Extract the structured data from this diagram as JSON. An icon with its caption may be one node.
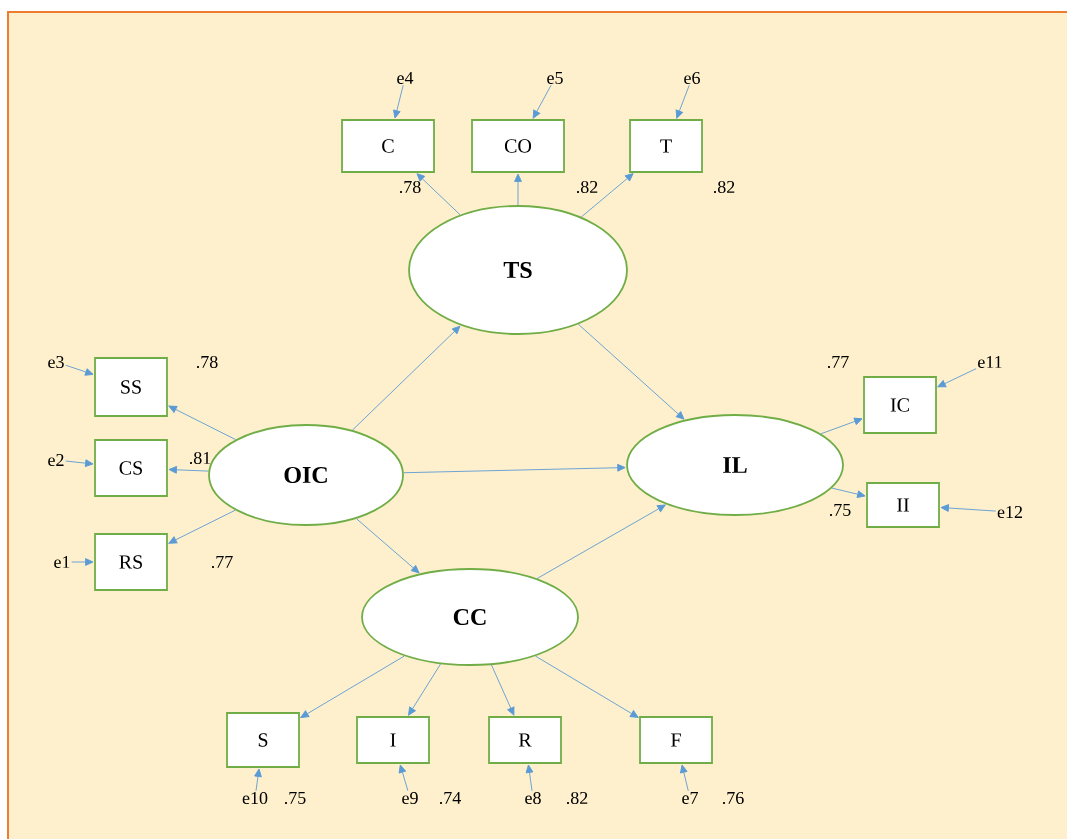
{
  "diagram": {
    "nodes": [
      {
        "text": [
          "e4"
        ]
      },
      {
        "text": [
          "e5"
        ]
      },
      {
        "text": [
          "e6"
        ]
      },
      {
        "text": [
          "C"
        ]
      },
      {
        "text": [
          "CO"
        ]
      },
      {
        "text": [
          "T"
        ]
      },
      {
        "text": [
          "TS"
        ]
      },
      {
        "text": [
          "e3"
        ]
      },
      {
        "text": [
          "SS"
        ]
      },
      {
        "text": [
          "e11"
        ]
      },
      {
        "text": [
          "IC"
        ]
      },
      {
        "text": [
          "e2"
        ]
      },
      {
        "text": [
          "CS"
        ]
      },
      {
        "text": [
          "OIC"
        ]
      },
      {
        "text": [
          "IL"
        ]
      },
      {
        "text": [
          "e1"
        ]
      },
      {
        "text": [
          "RS"
        ]
      },
      {
        "text": [
          "II"
        ]
      },
      {
        "text": [
          "e12"
        ]
      },
      {
        "text": [
          "CC"
        ]
      },
      {
        "text": [
          "S"
        ]
      },
      {
        "text": [
          "I"
        ]
      },
      {
        "text": [
          "R"
        ]
      },
      {
        "text": [
          "F"
        ]
      },
      {
        "text": [
          "e10"
        ]
      },
      {
        "text": [
          "e9"
        ]
      },
      {
        "text": [
          "e8"
        ]
      },
      {
        "text": [
          "e7"
        ]
      }
    ],
    "edges": [
      {
        "from": 0,
        "to": 3,
        "arrow": "to"
      },
      {
        "from": 1,
        "to": 4,
        "arrow": "to"
      },
      {
        "from": 2,
        "to": 5,
        "arrow": "to"
      },
      {
        "from": 6,
        "to": 3,
        "arrow": "to"
      },
      {
        "from": 6,
        "to": 4,
        "arrow": "to"
      },
      {
        "from": 6,
        "to": 5,
        "arrow": "to"
      },
      {
        "from": 7,
        "to": 8,
        "arrow": "to"
      },
      {
        "from": 13,
        "to": 8,
        "arrow": "to"
      },
      {
        "from": 11,
        "to": 12,
        "arrow": "to"
      },
      {
        "from": 13,
        "to": 12,
        "arrow": "to"
      },
      {
        "from": 15,
        "to": 16,
        "arrow": "to"
      },
      {
        "from": 13,
        "to": 16,
        "arrow": "to"
      },
      {
        "from": 13,
        "to": 6,
        "arrow": "to"
      },
      {
        "from": 6,
        "to": 14,
        "arrow": "to"
      },
      {
        "from": 13,
        "to": 14,
        "arrow": "to"
      },
      {
        "from": 13,
        "to": 19,
        "arrow": "to"
      },
      {
        "from": 19,
        "to": 14,
        "arrow": "to"
      },
      {
        "from": 14,
        "to": 10,
        "arrow": "to"
      },
      {
        "from": 14,
        "to": 17,
        "arrow": "to"
      },
      {
        "from": 9,
        "to": 10,
        "arrow": "to"
      },
      {
        "from": 18,
        "to": 17,
        "arrow": "to"
      },
      {
        "from": 19,
        "to": 20,
        "arrow": "to"
      },
      {
        "from": 19,
        "to": 21,
        "arrow": "to"
      },
      {
        "from": 19,
        "to": 22,
        "arrow": "to"
      },
      {
        "from": 19,
        "to": 23,
        "arrow": "to"
      },
      {
        "from": 24,
        "to": 20,
        "arrow": "to"
      },
      {
        "from": 25,
        "to": 21,
        "arrow": "to"
      },
      {
        "from": 26,
        "to": 22,
        "arrow": "to"
      },
      {
        "from": 27,
        "to": 23,
        "arrow": "to"
      }
    ],
    "labels": [
      ".78",
      ".82",
      ".82",
      ".78",
      ".77",
      ".81",
      ".75",
      ".77",
      ".75",
      ".74",
      ".82",
      ".76"
    ]
  }
}
